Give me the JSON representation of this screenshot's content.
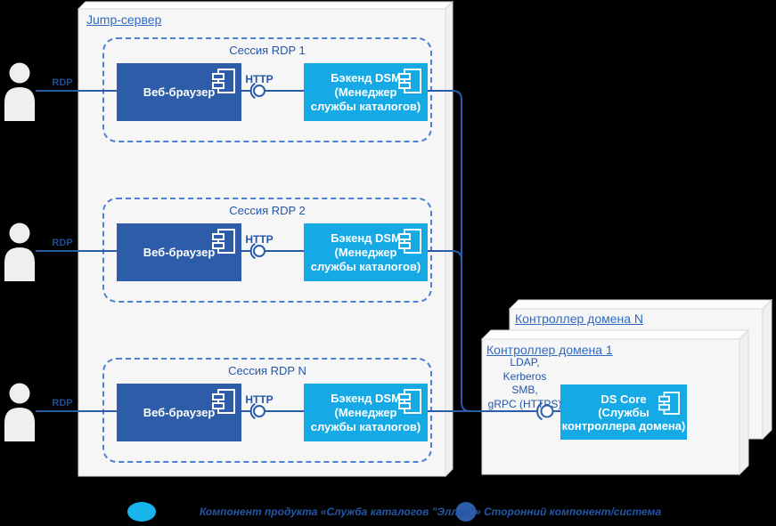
{
  "diagram": {
    "jump_server": {
      "title": "Jump-сервер"
    },
    "sessions": [
      {
        "label": "Сессия RDP 1",
        "rdp_label": "RDP",
        "browser_label": "Веб-браузер",
        "http_label": "HTTP",
        "backend_line1": "Бэкенд DSM",
        "backend_line2": "(Менеджер",
        "backend_line3": "службы каталогов)"
      },
      {
        "label": "Сессия RDP 2",
        "rdp_label": "RDP",
        "browser_label": "Веб-браузер",
        "http_label": "HTTP",
        "backend_line1": "Бэкенд DSM",
        "backend_line2": "(Менеджер",
        "backend_line3": "службы каталогов)"
      },
      {
        "label": "Сессия RDP N",
        "rdp_label": "RDP",
        "browser_label": "Веб-браузер",
        "http_label": "HTTP",
        "backend_line1": "Бэкенд DSM",
        "backend_line2": "(Менеджер",
        "backend_line3": "службы каталогов)"
      }
    ],
    "domain_controllers": {
      "back_title": "Контроллер домена N",
      "front_title": "Контроллер домена 1",
      "protocol_line1": "LDAP,",
      "protocol_line2": "Kerberos",
      "protocol_line3": "SMB,",
      "protocol_line4": "gRPC (HTTPS)",
      "core_line1": "DS Core",
      "core_line2": "(Службы",
      "core_line3": "контроллера домена)"
    },
    "legend": {
      "product_component": {
        "label": "Компонент продукта «Служба каталогов \"Эллес\"»",
        "color": "#18b4ec"
      },
      "third_party": {
        "label": "Сторонний компонент/система",
        "color": "#2d5ca9"
      }
    },
    "colors": {
      "background": "#000000",
      "dark_component": "#2d5ca9",
      "cyan_component": "#15a9e5",
      "connector": "#2a5caa",
      "session_border": "#4d80d0",
      "label_blue": "#2456a6",
      "title_blue": "#2e6ac2",
      "node_fill": "#f6f6f7"
    }
  }
}
